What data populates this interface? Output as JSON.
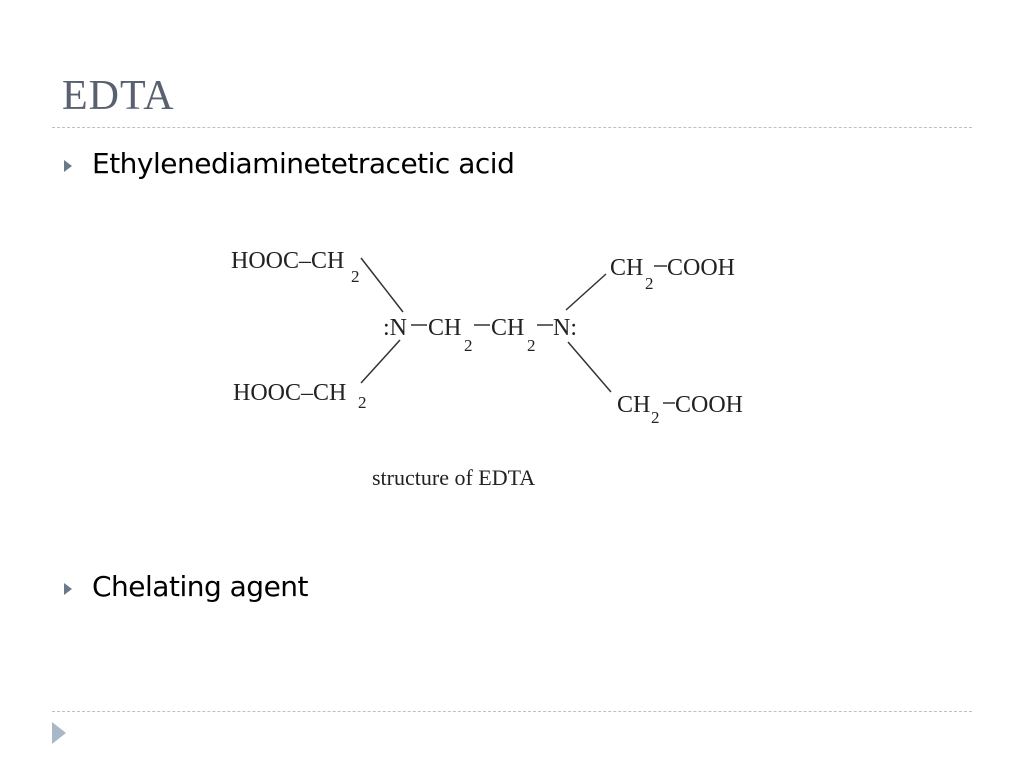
{
  "slide": {
    "title": "EDTA",
    "bullets": [
      "Ethylenediaminetetracetic acid",
      "Chelating agent"
    ]
  },
  "structure": {
    "top_left": "HOOC–CH",
    "bottom_left": "HOOC–CH",
    "top_right_ch": "CH",
    "top_right_cooh": "COOH",
    "bottom_right_ch": "CH",
    "bottom_right_cooh": "COOH",
    "left_n": ":N",
    "right_n": "N:",
    "ch_a": "CH",
    "ch_b": "CH",
    "subscript": "2",
    "caption": "structure of EDTA"
  },
  "colors": {
    "title": "#59606f",
    "bullet": "#6b7a8a",
    "rule": "#b8c2cc"
  },
  "icons": {
    "bullet": "triangle-right",
    "nav": "play-triangle"
  }
}
